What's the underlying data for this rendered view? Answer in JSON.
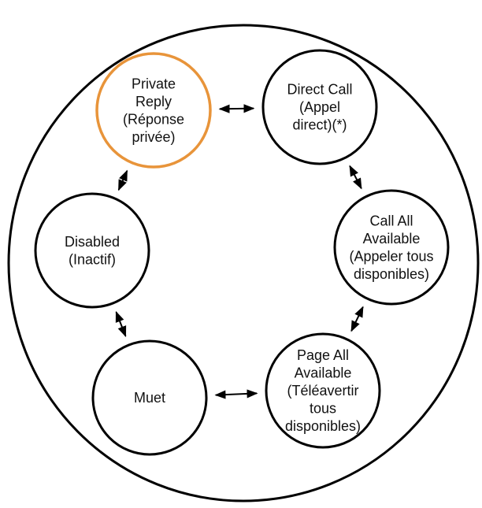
{
  "diagram": {
    "nodes": [
      {
        "id": "private-reply",
        "lines": [
          "Private",
          "Reply",
          "(Réponse",
          "privée)"
        ],
        "highlight_color": "#E8943A"
      },
      {
        "id": "direct-call",
        "lines": [
          "Direct Call",
          "(Appel",
          "direct)(*)"
        ]
      },
      {
        "id": "call-all-available",
        "lines": [
          "Call All",
          "Available",
          "(Appeler tous",
          "disponibles)"
        ]
      },
      {
        "id": "page-all-available",
        "lines": [
          "Page All",
          "Available",
          "(Téléavertir",
          "tous",
          "disponibles)"
        ]
      },
      {
        "id": "muet",
        "lines": [
          "Muet"
        ]
      },
      {
        "id": "disabled",
        "lines": [
          "Disabled",
          "(Inactif)"
        ]
      }
    ],
    "edges": [
      {
        "from": "private-reply",
        "to": "direct-call",
        "bidirectional": true
      },
      {
        "from": "direct-call",
        "to": "call-all-available",
        "bidirectional": true
      },
      {
        "from": "call-all-available",
        "to": "page-all-available",
        "bidirectional": true
      },
      {
        "from": "page-all-available",
        "to": "muet",
        "bidirectional": true
      },
      {
        "from": "muet",
        "to": "disabled",
        "bidirectional": true
      },
      {
        "from": "disabled",
        "to": "private-reply",
        "bidirectional": true
      }
    ],
    "colors": {
      "stroke": "#000000",
      "text": "#111111",
      "highlight": "#E8943A"
    }
  }
}
